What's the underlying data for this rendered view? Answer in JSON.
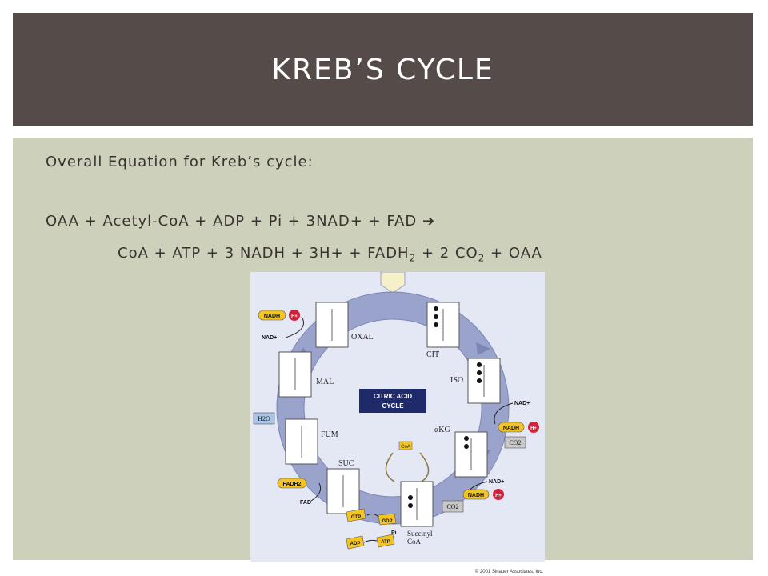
{
  "slide": {
    "title": "KREB’S CYCLE",
    "equation_label": "Overall Equation for Kreb’s cycle:",
    "equation_reactants": "OAA + Acetyl-CoA + ADP + Pi + 3NAD+ + FAD",
    "arrow_glyph": "➔",
    "equation_products": {
      "p1": "CoA + ATP + 3 NADH + 3H+ + FADH",
      "sub1": "2",
      "p2": " + 2 CO",
      "sub2": "2",
      "p3": " + OAA"
    }
  },
  "figure": {
    "center_label_line1": "CITRIC ACID",
    "center_label_line2": "CYCLE",
    "intermediates": {
      "oxal": "OXAL",
      "cit": "CIT",
      "iso": "ISO",
      "akg": "αKG",
      "suc": "SUC",
      "fum": "FUM",
      "mal": "MAL",
      "succinyl_line1": "Succinyl",
      "succinyl_line2": "CoA"
    },
    "cofactors": {
      "nadh": "NADH",
      "h_plus": "H+",
      "nad_plus": "NAD+",
      "h2o": "H2O",
      "fadh2": "FADH2",
      "fad": "FAD",
      "co2": "CO2",
      "coa": "CoA",
      "gtp": "GTP",
      "gdp": "GDP",
      "pi": "Pi",
      "adp": "ADP",
      "atp": "ATP"
    },
    "copyright": "© 2001 Sinauer Associates, Inc.",
    "colors": {
      "ring": "#9aa3cc",
      "ring_stroke": "#7d86b4",
      "figure_bg": "#e4e7f4",
      "center_box": "#1f2a6b",
      "nadh_fill": "#f4c520",
      "h_plus_fill": "#d0223a",
      "co2_fill": "#c8c8c8",
      "h2o_fill": "#a9c4e6",
      "coa_fill": "#f4c520"
    }
  }
}
